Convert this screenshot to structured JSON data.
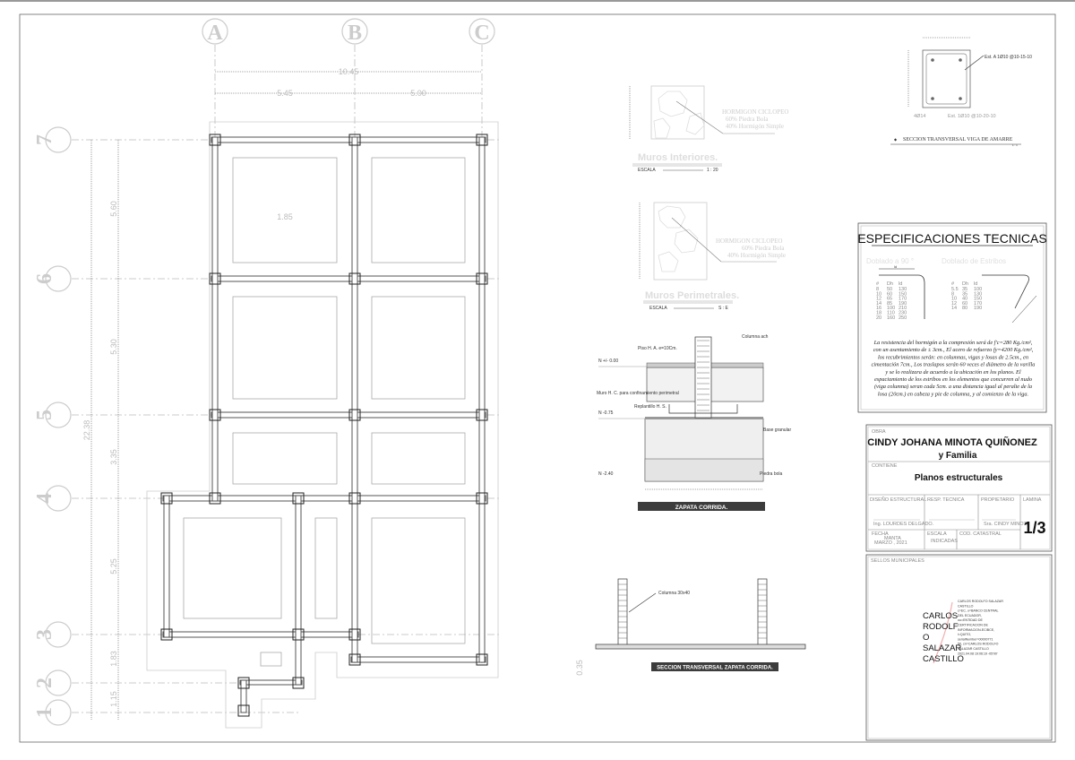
{
  "plan": {
    "column_axes": [
      "A",
      "B",
      "C"
    ],
    "row_axes": [
      "7",
      "6",
      "5",
      "4",
      "3",
      "2",
      "1"
    ],
    "dims_horizontal": {
      "total": "10.45",
      "spans": [
        "5.45",
        "5.00"
      ]
    },
    "dims_vertical": {
      "total": "22.38",
      "spans": [
        "5.60",
        "5.30",
        "3.35",
        "5.25",
        "1.83",
        "1.15"
      ]
    },
    "wall_offset_dim": "1.85"
  },
  "muros_interiores": {
    "material": [
      "HORMIGON CICLOPEO",
      "60% Piedra Bola",
      "40% Hormigón Simple"
    ],
    "title": "Muros Interiores.",
    "scale_label": "ESCALA",
    "scale": "1 : 20"
  },
  "muros_perimetrales": {
    "material": [
      "HORMIGON CICLOPEO",
      "60% Piedra Bola",
      "40% Hormigón Simple"
    ],
    "title": "Muros  Perimetrales.",
    "scale_label": "ESCALA",
    "scale": "S : E"
  },
  "zapata": {
    "levels": [
      "N +/- 0.00",
      "N -0.75",
      "N -2.40"
    ],
    "labels": [
      "Piso H. A. e=10Cm.",
      "Columna ach",
      "Muro H. C. para confinamiento perimetral",
      "Replantillo H. S.",
      "Base granular",
      "Piedra bola"
    ],
    "title": "ZAPATA CORRIDA."
  },
  "seccion_zapata": {
    "label": "Columna 30x40",
    "dim": "0.35",
    "title": "SECCION TRANSVERSAL ZAPATA CORRIDA."
  },
  "viga_amarre": {
    "stirrup_label": "Est. A 1Ø10 @10-15-10",
    "bars": "4Ø14",
    "stirrups": "Est. 1Ø10 @10-20-10",
    "title": "SECCION TRANSVERSAL VIGA DE AMARRE",
    "scale": "1 : 1"
  },
  "especificaciones": {
    "title": "ESPECIFICACIONES TECNICAS",
    "bend90_title": "Doblado  a  90 °",
    "stirrup_title": "Doblado  de  Estribos",
    "ld": "ld",
    "table90": {
      "headers": [
        "#",
        "Dh",
        "ld"
      ],
      "rows": [
        [
          "8",
          "50",
          "130"
        ],
        [
          "10",
          "60",
          "150"
        ],
        [
          "12",
          "65",
          "170"
        ],
        [
          "14",
          "85",
          "190"
        ],
        [
          "16",
          "100",
          "210"
        ],
        [
          "18",
          "110",
          "230"
        ],
        [
          "20",
          "160",
          "250"
        ]
      ]
    },
    "table_stirrups": {
      "headers": [
        "#",
        "Dh",
        "ld"
      ],
      "rows": [
        [
          "5.5",
          "35",
          "100"
        ],
        [
          "8",
          "35",
          "130"
        ],
        [
          "10",
          "40",
          "150"
        ],
        [
          "12",
          "60",
          "170"
        ],
        [
          "14",
          "80",
          "190"
        ]
      ]
    },
    "text": [
      "La resistencia del hormigón a la compresión será de f'c=280 Kg./cm²,",
      "con un asentamiento de ± 3cm., El acero de refuerzo fy=4200 Kg./cm²,",
      "los recubrimientos serán: en columnas, vigas y losas de 2.5cm., en",
      "cimentación 7cm., Los traslapos serán 60 veces el diámetro de la varilla",
      "y se lo realizara de acuerdo a la ubicación en los planos. El",
      "espaciamiento de los estribos en los elementos que concurren al nudo",
      "(viga columna) seran cada 5cm. a una distancia igual al peralte de la",
      "losa (20cm.) en cabeza y pie de columna, y al comienzo de la viga."
    ]
  },
  "title_block": {
    "obra_label": "OBRA",
    "obra_line1": "CINDY JOHANA MINOTA QUIÑONEZ",
    "obra_line2": "y Familia",
    "contiene_label": "CONTIENE",
    "contiene": "Planos estructurales",
    "diseno_label": "DISEÑO ESTRUCTURAL",
    "diseno": "Ing. LOURDES DELGADO.",
    "resp_label": "RESP. TECNICA",
    "propietario_label": "PROPIETARIO",
    "propietario": "Sra. CINDY MINOTA",
    "lamina_label": "LAMINA",
    "lamina": "1/3",
    "fecha_label": "FECHA",
    "fecha_city": "MANTA",
    "fecha": "MARZO ,     2021",
    "escala_label": "ESCALA",
    "escala": "INDICADAS",
    "catastral_label": "COD. CATASTRAL",
    "sellos_label": "SELLOS  MUNICIPALES"
  },
  "signature": {
    "name_lines": [
      "CARLOS",
      "RODOLF",
      "O",
      "SALAZAR",
      "CASTILLO"
    ],
    "details": [
      "CARLOS RODOLFO SALAZAR",
      "CASTILLO",
      "c=EC, o=BANCO CENTRAL",
      "DEL ECUADOR,",
      "ou=ENTIDAD DE",
      "CERTIFICACION DE",
      "INFORMACION-ECIBCE,",
      "l=QUITO,",
      "serialNumber=00000771",
      "50, cn=CARLOS RODOLFO",
      "SALAZAR CASTILLO",
      "2021.04.08 19:06:19 -05'00'"
    ]
  }
}
